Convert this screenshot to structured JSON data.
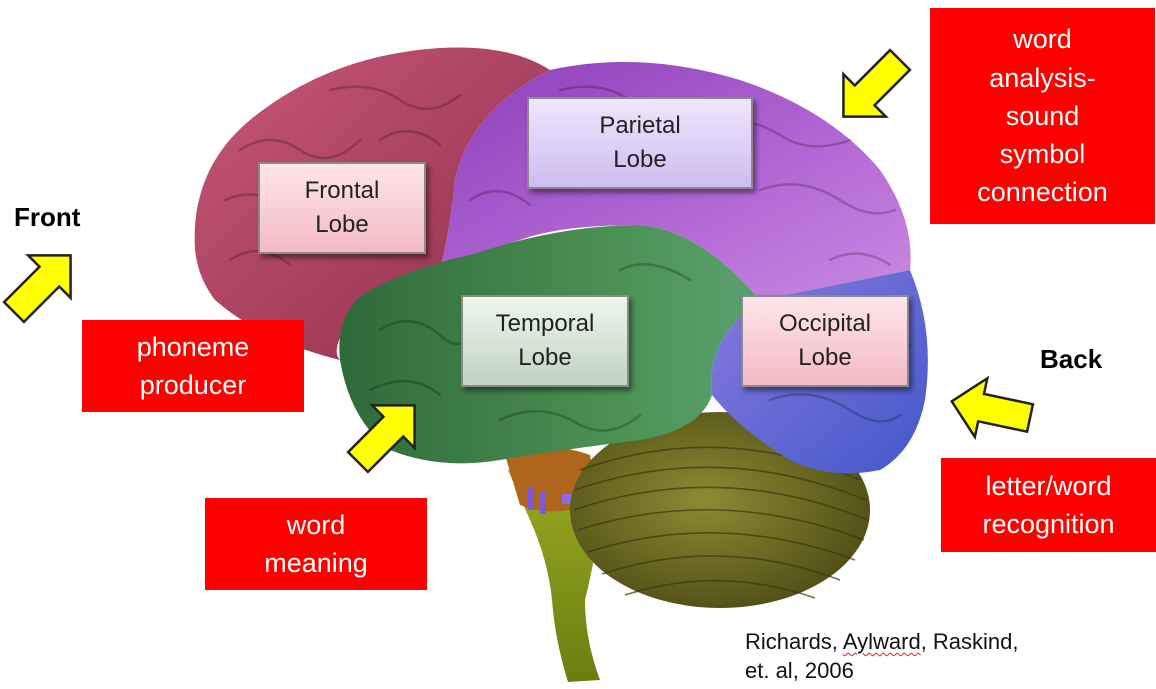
{
  "lobes": {
    "frontal": "Frontal\nLobe",
    "parietal": "Parietal\nLobe",
    "temporal": "Temporal\nLobe",
    "occipital": "Occipital\nLobe"
  },
  "functions": {
    "word_analysis": "word\nanalysis-\nsound\nsymbol\nconnection",
    "phoneme_producer": "phoneme\nproducer",
    "word_meaning": "word\nmeaning",
    "letter_word_recognition": "letter/word\nrecognition"
  },
  "directions": {
    "front": "Front",
    "back": "Back"
  },
  "citation": {
    "author1": "Richards,",
    "author2": "Aylward",
    "rest_line1": ", Raskind,",
    "line2": "et. al, 2006"
  },
  "colors": {
    "frontal_lobe": "#a8405e",
    "parietal_lobe": "#a45cc8",
    "temporal_lobe": "#3d7a45",
    "occipital_lobe": "#5a6cd4",
    "cerebellum": "#6b6a22",
    "brainstem": "#8a9a1a",
    "function_box": "#ff0000",
    "arrow": "#ffff00"
  },
  "icons": {
    "arrow": "arrow-icon"
  }
}
